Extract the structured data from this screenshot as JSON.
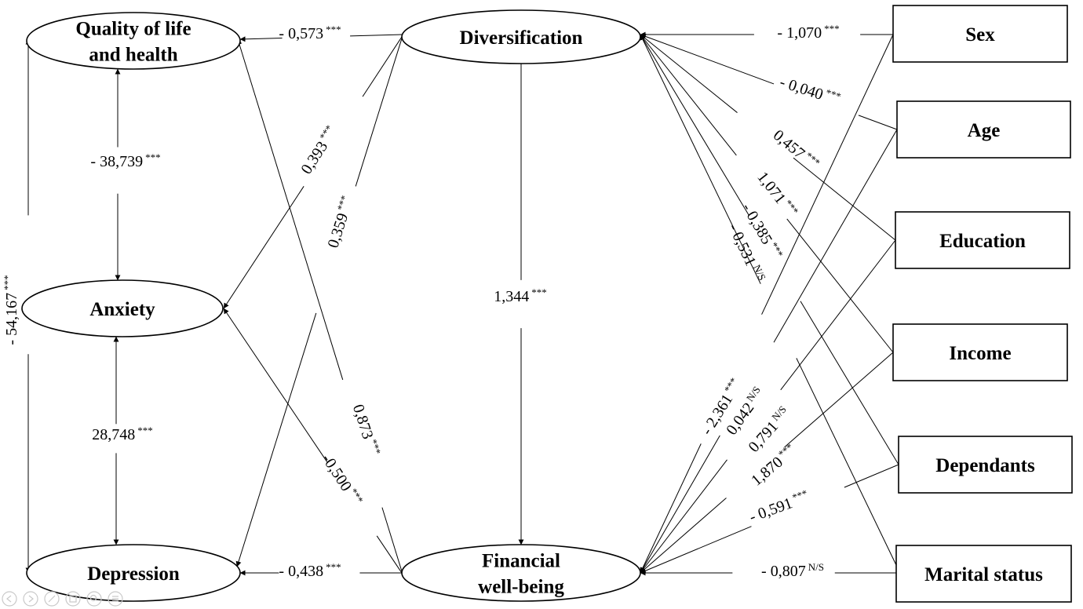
{
  "latent_nodes": [
    {
      "id": "qol",
      "lines": [
        "Quality of life",
        "and health"
      ]
    },
    {
      "id": "anxiety",
      "lines": [
        "Anxiety"
      ]
    },
    {
      "id": "depression",
      "lines": [
        "Depression"
      ]
    },
    {
      "id": "diversification",
      "lines": [
        "Diversification"
      ]
    },
    {
      "id": "fwb",
      "lines": [
        "Financial",
        "well-being"
      ]
    }
  ],
  "observed_nodes": [
    {
      "id": "sex",
      "label": "Sex"
    },
    {
      "id": "age",
      "label": "Age"
    },
    {
      "id": "education",
      "label": "Education"
    },
    {
      "id": "income",
      "label": "Income"
    },
    {
      "id": "dependants",
      "label": "Dependants"
    },
    {
      "id": "marital",
      "label": "Marital status"
    }
  ],
  "paths": [
    {
      "from": "diversification",
      "to": "qol",
      "value": "- 0,573",
      "sig": "***"
    },
    {
      "from": "diversification",
      "to": "anxiety",
      "value": "0,393",
      "sig": "***"
    },
    {
      "from": "diversification",
      "to": "depression",
      "value": "0,359",
      "sig": "***"
    },
    {
      "from": "diversification",
      "to": "fwb",
      "value": "1,344",
      "sig": "***"
    },
    {
      "from": "fwb",
      "to": "qol",
      "value": "0,873",
      "sig": "***"
    },
    {
      "from": "fwb",
      "to": "anxiety",
      "value": "-0,500",
      "sig": "***"
    },
    {
      "from": "fwb",
      "to": "depression",
      "value": "- 0,438",
      "sig": "***"
    },
    {
      "from": "qol",
      "to": "anxiety",
      "value": "- 38,739",
      "sig": "***"
    },
    {
      "from": "anxiety",
      "to": "depression",
      "value": "28,748",
      "sig": "***"
    },
    {
      "from": "qol",
      "to": "depression",
      "value": "- 54,167",
      "sig": "***"
    },
    {
      "from": "sex",
      "to": "diversification",
      "value": "- 1,070",
      "sig": "***"
    },
    {
      "from": "age",
      "to": "diversification",
      "value": "- 0,040",
      "sig": "***"
    },
    {
      "from": "education",
      "to": "diversification",
      "value": "0,457",
      "sig": "***"
    },
    {
      "from": "income",
      "to": "diversification",
      "value": "1,071",
      "sig": "***"
    },
    {
      "from": "dependants",
      "to": "diversification",
      "value": "- 0,385",
      "sig": "***"
    },
    {
      "from": "marital",
      "to": "diversification",
      "value": "- 0,531",
      "sig": "N/S"
    },
    {
      "from": "sex",
      "to": "fwb",
      "value": "- 2,361",
      "sig": "***"
    },
    {
      "from": "age",
      "to": "fwb",
      "value": "0,042",
      "sig": "N/S"
    },
    {
      "from": "education",
      "to": "fwb",
      "value": "0,791",
      "sig": "N/S"
    },
    {
      "from": "income",
      "to": "fwb",
      "value": "1,870",
      "sig": "***"
    },
    {
      "from": "dependants",
      "to": "fwb",
      "value": "- 0,591",
      "sig": "***"
    },
    {
      "from": "marital",
      "to": "fwb",
      "value": "- 0,807",
      "sig": "N/S"
    }
  ],
  "controls": [
    "prev-icon",
    "next-icon",
    "pen-icon",
    "grid-icon",
    "zoom-icon",
    "menu-icon"
  ]
}
